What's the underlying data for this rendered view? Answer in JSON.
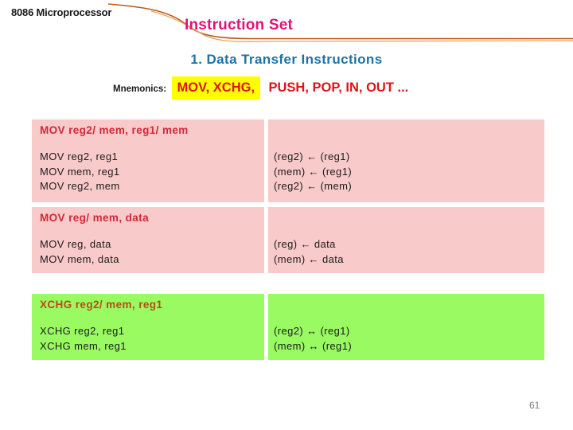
{
  "slide": {
    "course_label": "8086 Microprocessor",
    "title": "Instruction Set",
    "subtitle": "1. Data Transfer Instructions",
    "page_number": "61"
  },
  "mnemonics": {
    "label": "Mnemonics:",
    "highlighted": "MOV, XCHG,",
    "rest": "PUSH, POP, IN, OUT ..."
  },
  "tables": [
    {
      "theme": "pink",
      "header": "MOV reg2/ mem, reg1/ mem",
      "rows": [
        {
          "instruction": "MOV reg2, reg1",
          "operation": "(reg2) ← (reg1)"
        },
        {
          "instruction": "MOV mem, reg1",
          "operation": "(mem) ← (reg1)"
        },
        {
          "instruction": "MOV reg2, mem",
          "operation": "(reg2) ← (mem)"
        }
      ]
    },
    {
      "theme": "pink",
      "header": "MOV reg/ mem, data",
      "rows": [
        {
          "instruction": "MOV reg, data",
          "operation": "(reg) ← data"
        },
        {
          "instruction": "MOV mem, data",
          "operation": "(mem) ← data"
        }
      ]
    },
    {
      "theme": "green",
      "header": "XCHG reg2/ mem, reg1",
      "rows": [
        {
          "instruction": "XCHG reg2, reg1",
          "operation": "(reg2) ↔ (reg1)"
        },
        {
          "instruction": "XCHG mem, reg1",
          "operation": "(mem) ↔ (reg1)"
        }
      ]
    }
  ],
  "colors": {
    "pink_bg": "#f9caca",
    "green_bg": "#99fa62",
    "pink_header_text": "#cf2a38",
    "green_header_text": "#bc4a14",
    "title_pink": "#e3127b",
    "subtitle_blue": "#1f72a4",
    "mnemonic_red": "#dd1418",
    "highlight_yellow": "#ffff00",
    "curve_orange_dark": "#b95c1c",
    "curve_orange_light": "#f0a159"
  }
}
